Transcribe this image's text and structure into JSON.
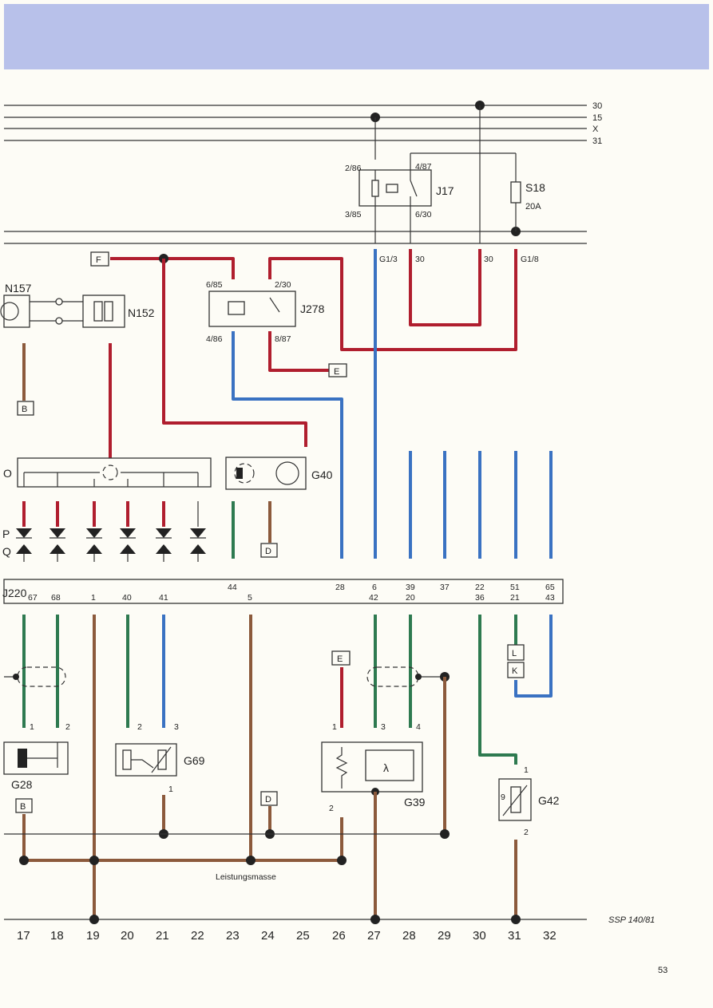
{
  "supply_lines": [
    "30",
    "15",
    "X",
    "31"
  ],
  "relays": {
    "j17": {
      "name": "J17",
      "pins": [
        "2/86",
        "4/87",
        "3/85",
        "6/30"
      ]
    },
    "j278": {
      "name": "J278",
      "pins": [
        "6/85",
        "2/30",
        "4/86",
        "8/87"
      ]
    }
  },
  "fuse": {
    "name": "S18",
    "rating": "20A"
  },
  "connectors_top": [
    "G1/3",
    "30",
    "30",
    "G1/8"
  ],
  "components": {
    "n157": "N157",
    "n152": "N152",
    "g40": "G40",
    "g28": "G28",
    "g69": "G69",
    "g39": "G39",
    "g42": "G42",
    "j220": "J220"
  },
  "reference_boxes": {
    "f": "F",
    "e1": "E",
    "e2": "E",
    "b1": "B",
    "b2": "B",
    "d1": "D",
    "d2": "D",
    "l": "L",
    "k": "K"
  },
  "left_edge_letters": {
    "o": "O",
    "p": "P",
    "q": "Q"
  },
  "ecu_pins_top": [
    "44",
    "28",
    "6",
    "39",
    "37",
    "22",
    "51",
    "65"
  ],
  "ecu_pins_second": [
    "42",
    "20",
    "36",
    "21",
    "43"
  ],
  "ecu_pins_bottom": [
    "67",
    "68",
    "1",
    "40",
    "41",
    "5"
  ],
  "sensor_pins": {
    "g28": [
      "1",
      "2"
    ],
    "g69": [
      "2",
      "3",
      "1"
    ],
    "g39": [
      "1",
      "3",
      "4",
      "2"
    ],
    "g42": [
      "1",
      "2"
    ]
  },
  "g42_inner": "9",
  "g39_symbol": "λ",
  "ground_label": "Leistungsmasse",
  "track_numbers": [
    "17",
    "18",
    "19",
    "20",
    "21",
    "22",
    "23",
    "24",
    "25",
    "26",
    "27",
    "28",
    "29",
    "30",
    "31",
    "32"
  ],
  "doc_ref": "SSP 140/81",
  "page_number": "53",
  "colors": {
    "red": "#b01e2e",
    "blue": "#3a72c2",
    "green": "#2e7a50",
    "brown": "#8c5a3c",
    "header": "#b8c1ea"
  }
}
